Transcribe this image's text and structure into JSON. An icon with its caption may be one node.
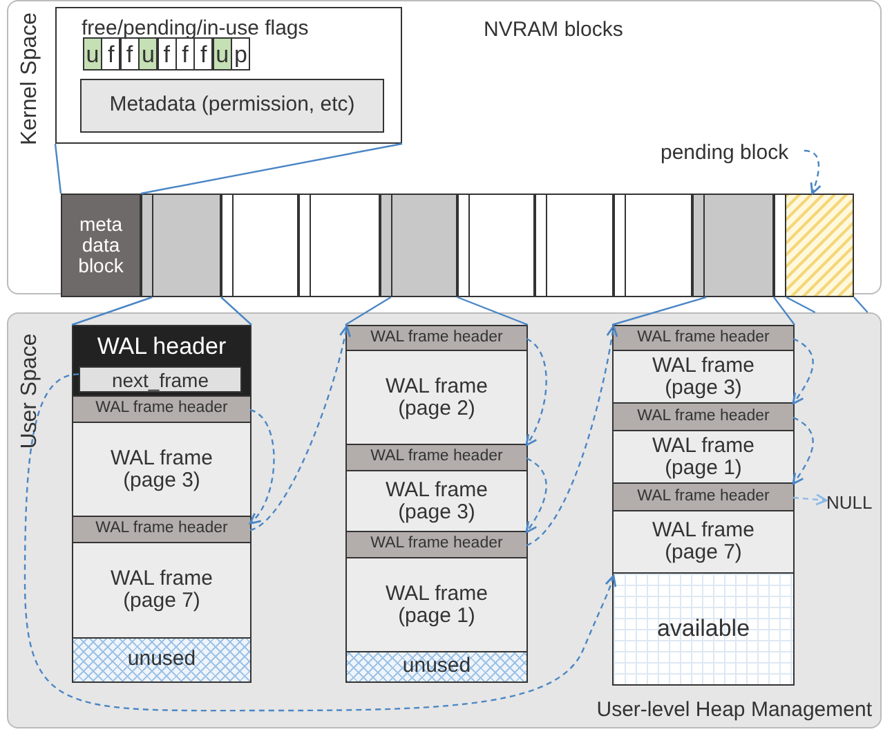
{
  "diagram": {
    "nodes": [
      {
        "text": [
          "Kernel Space"
        ]
      },
      {
        "text": [
          "free/pending/in-use flags"
        ],
        "in": 0
      },
      {
        "text": [
          "u"
        ],
        "in": 1
      },
      {
        "text": [
          "f"
        ],
        "in": 1
      },
      {
        "text": [
          "f"
        ],
        "in": 1
      },
      {
        "text": [
          "u"
        ],
        "in": 1
      },
      {
        "text": [
          "f"
        ],
        "in": 1
      },
      {
        "text": [
          "f"
        ],
        "in": 1
      },
      {
        "text": [
          "f"
        ],
        "in": 1
      },
      {
        "text": [
          "u"
        ],
        "in": 1
      },
      {
        "text": [
          "p"
        ],
        "in": 1
      },
      {
        "text": [
          "Metadata (permission, etc)"
        ],
        "in": 1
      },
      {
        "text": [
          "meta data block"
        ],
        "in": 0
      },
      {
        "text": [],
        "shape": "box",
        "in": 0
      },
      {
        "text": [],
        "shape": "box",
        "in": 0
      },
      {
        "text": [],
        "shape": "box",
        "in": 0
      },
      {
        "text": [],
        "shape": "box",
        "in": 0
      },
      {
        "text": [],
        "shape": "box",
        "in": 0
      },
      {
        "text": [],
        "shape": "box",
        "in": 0
      },
      {
        "text": [],
        "shape": "box",
        "in": 0
      },
      {
        "text": [],
        "shape": "box",
        "in": 0
      },
      {
        "text": [],
        "shape": "box",
        "in": 0
      },
      {
        "text": [
          "pending block"
        ],
        "in": 0
      },
      {
        "text": [
          "User Space",
          "User-level Heap Management"
        ]
      },
      {
        "text": [],
        "shape": "box",
        "in": 23
      },
      {
        "text": [
          "WAL header"
        ],
        "in": 24
      },
      {
        "text": [
          "next_frame"
        ],
        "in": 25
      },
      {
        "text": [
          "WAL frame header"
        ],
        "in": 24
      },
      {
        "text": [
          "WAL frame (page 3)"
        ],
        "in": 24
      },
      {
        "text": [
          "WAL frame header"
        ],
        "in": 24
      },
      {
        "text": [
          "WAL frame (page 7)"
        ],
        "in": 24
      },
      {
        "text": [
          "unused"
        ],
        "in": 24
      },
      {
        "text": [],
        "shape": "box",
        "in": 23
      },
      {
        "text": [
          "WAL frame header"
        ],
        "in": 32
      },
      {
        "text": [
          "WAL frame (page 2)"
        ],
        "in": 32
      },
      {
        "text": [
          "WAL frame header"
        ],
        "in": 32
      },
      {
        "text": [
          "WAL frame (page 3)"
        ],
        "in": 32
      },
      {
        "text": [
          "WAL frame header"
        ],
        "in": 32
      },
      {
        "text": [
          "WAL frame (page 1)"
        ],
        "in": 32
      },
      {
        "text": [
          "unused"
        ],
        "in": 32
      },
      {
        "text": [],
        "shape": "box",
        "in": 23
      },
      {
        "text": [
          "WAL frame header"
        ],
        "in": 40
      },
      {
        "text": [
          "WAL frame (page 3)"
        ],
        "in": 40
      },
      {
        "text": [
          "WAL frame header"
        ],
        "in": 40
      },
      {
        "text": [
          "WAL frame (page 1)"
        ],
        "in": 40
      },
      {
        "text": [
          "WAL frame header"
        ],
        "in": 40
      },
      {
        "text": [
          "WAL frame (page 7)"
        ],
        "in": 40
      },
      {
        "text": [
          "available"
        ],
        "in": 40
      },
      {
        "text": [
          "NULL"
        ],
        "in": 23
      }
    ],
    "edges": [
      {
        "from": 1,
        "to": 12,
        "arrow": "none"
      },
      {
        "from": 1,
        "to": 12,
        "arrow": "none"
      },
      {
        "from": 13,
        "to": 24,
        "arrow": "none"
      },
      {
        "from": 13,
        "to": 24,
        "arrow": "none"
      },
      {
        "from": 16,
        "to": 32,
        "arrow": "none"
      },
      {
        "from": 16,
        "to": 32,
        "arrow": "none"
      },
      {
        "from": 20,
        "to": 40,
        "arrow": "none"
      },
      {
        "from": 20,
        "to": 40,
        "arrow": "none"
      },
      {
        "from": 21,
        "to": 23,
        "arrow": "none"
      },
      {
        "from": 21,
        "to": 23,
        "arrow": "none"
      },
      {
        "from": 22,
        "to": 21,
        "arrow": "to",
        "style": "dashed"
      },
      {
        "from": 26,
        "to": 47,
        "arrow": "to",
        "style": "dashed"
      },
      {
        "from": 27,
        "to": 29,
        "arrow": "to",
        "style": "dashed"
      },
      {
        "from": 29,
        "to": 33,
        "arrow": "to",
        "style": "dashed"
      },
      {
        "from": 33,
        "to": 35,
        "arrow": "to",
        "style": "dashed"
      },
      {
        "from": 35,
        "to": 37,
        "arrow": "to",
        "style": "dashed"
      },
      {
        "from": 37,
        "to": 41,
        "arrow": "to",
        "style": "dashed"
      },
      {
        "from": 41,
        "to": 43,
        "arrow": "to",
        "style": "dashed"
      },
      {
        "from": 43,
        "to": 45,
        "arrow": "to",
        "style": "dashed"
      },
      {
        "from": 45,
        "to": 48,
        "arrow": "to",
        "style": "dashed",
        "color": "#8ab8e6"
      }
    ],
    "labels": [
      "NVRAM blocks"
    ]
  }
}
